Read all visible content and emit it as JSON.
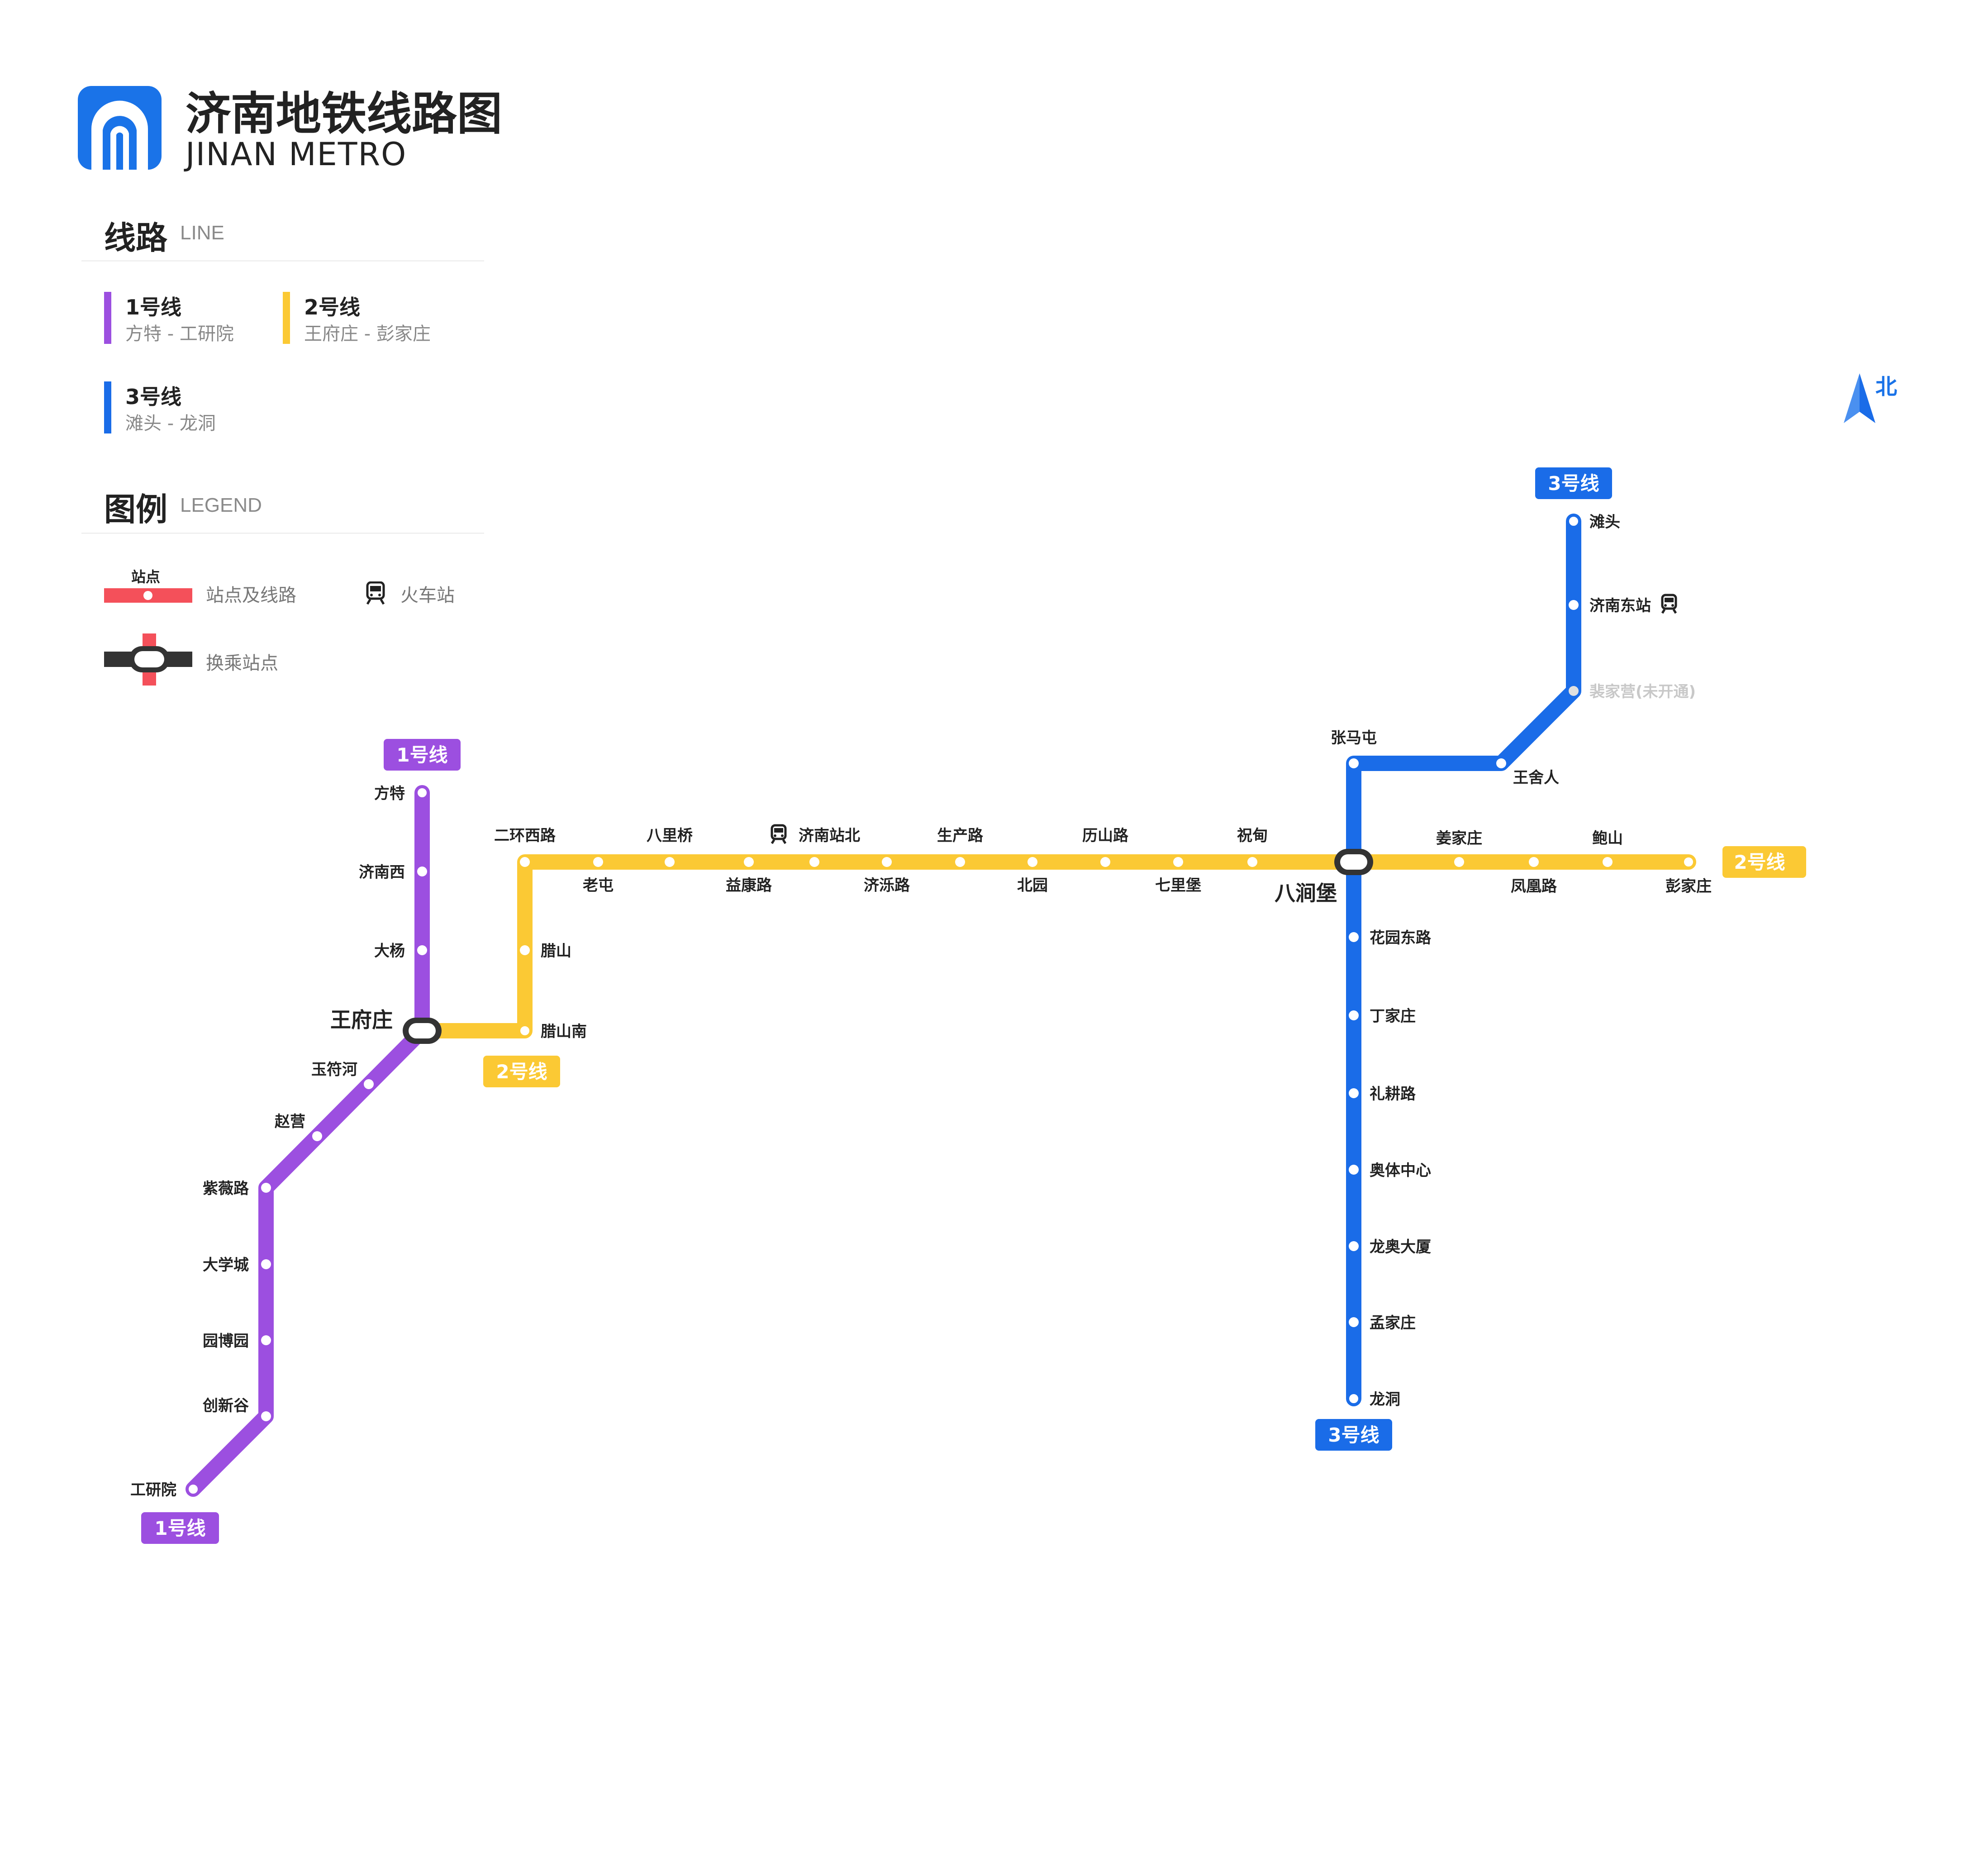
{
  "header": {
    "title": "济南地铁线路图",
    "subtitle": "JINAN METRO",
    "logo_icon": "jinan-metro-logo-icon",
    "logo_color": "#1a73e8"
  },
  "lines_section": {
    "title": "线路",
    "subtitle": "LINE",
    "lines": [
      {
        "name": "1号线",
        "route": "方特 - 工研院",
        "color": "#9c4fe0"
      },
      {
        "name": "2号线",
        "route": "王府庄 - 彭家庄",
        "color": "#fbc934"
      },
      {
        "name": "3号线",
        "route": "滩头 - 龙洞",
        "color": "#1a6ce8"
      }
    ]
  },
  "legend_section": {
    "title": "图例",
    "subtitle": "LEGEND",
    "station_label": "站点",
    "station_and_line": "站点及线路",
    "train_station": "火车站",
    "transfer_station": "换乘站点",
    "legend_line_color": "#f4505a",
    "transfer_color": "#333333"
  },
  "compass": {
    "label": "北",
    "icon": "north-arrow-icon",
    "color": "#1a73e8"
  },
  "map": {
    "line_tags": {
      "l1_top": "1号线",
      "l1_bottom": "1号线",
      "l2_left": "2号线",
      "l2_right": "2号线",
      "l3_top": "3号线",
      "l3_bottom": "3号线"
    },
    "transfers": {
      "wangfuzhuang": "王府庄",
      "badongbao": "八涧堡"
    },
    "line1_stations": [
      "方特",
      "济南西",
      "大杨",
      "玉符河",
      "赵营",
      "紫薇路",
      "大学城",
      "园博园",
      "创新谷",
      "工研院"
    ],
    "line2_stations": [
      "腊山南",
      "腊山",
      "二环西路",
      "老屯",
      "八里桥",
      "益康路",
      "济南站北",
      "济泺路",
      "生产路",
      "北园",
      "历山路",
      "七里堡",
      "祝甸",
      "姜家庄",
      "凤凰路",
      "鲍山",
      "彭家庄"
    ],
    "line3_stations": [
      "滩头",
      "济南东站",
      "裴家营(未开通)",
      "王舍人",
      "张马屯",
      "花园东路",
      "丁家庄",
      "礼耕路",
      "奥体中心",
      "龙奥大厦",
      "孟家庄",
      "龙洞"
    ],
    "train_station_icon": "train-icon",
    "unopened_color": "#c8c8c8"
  }
}
